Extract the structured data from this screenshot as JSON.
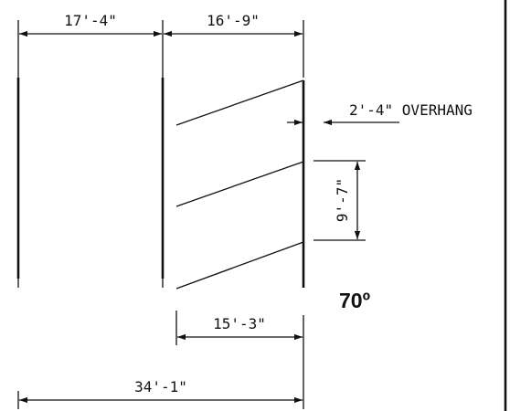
{
  "dimensions": {
    "left_width": "17'-4\"",
    "stall_depth": "16'-9\"",
    "overhang": "2'-4\" OVERHANG",
    "stall_width": "9'-7\"",
    "curb_length": "15'-3\"",
    "total_width": "34'-1\""
  },
  "angle_label": "70º"
}
